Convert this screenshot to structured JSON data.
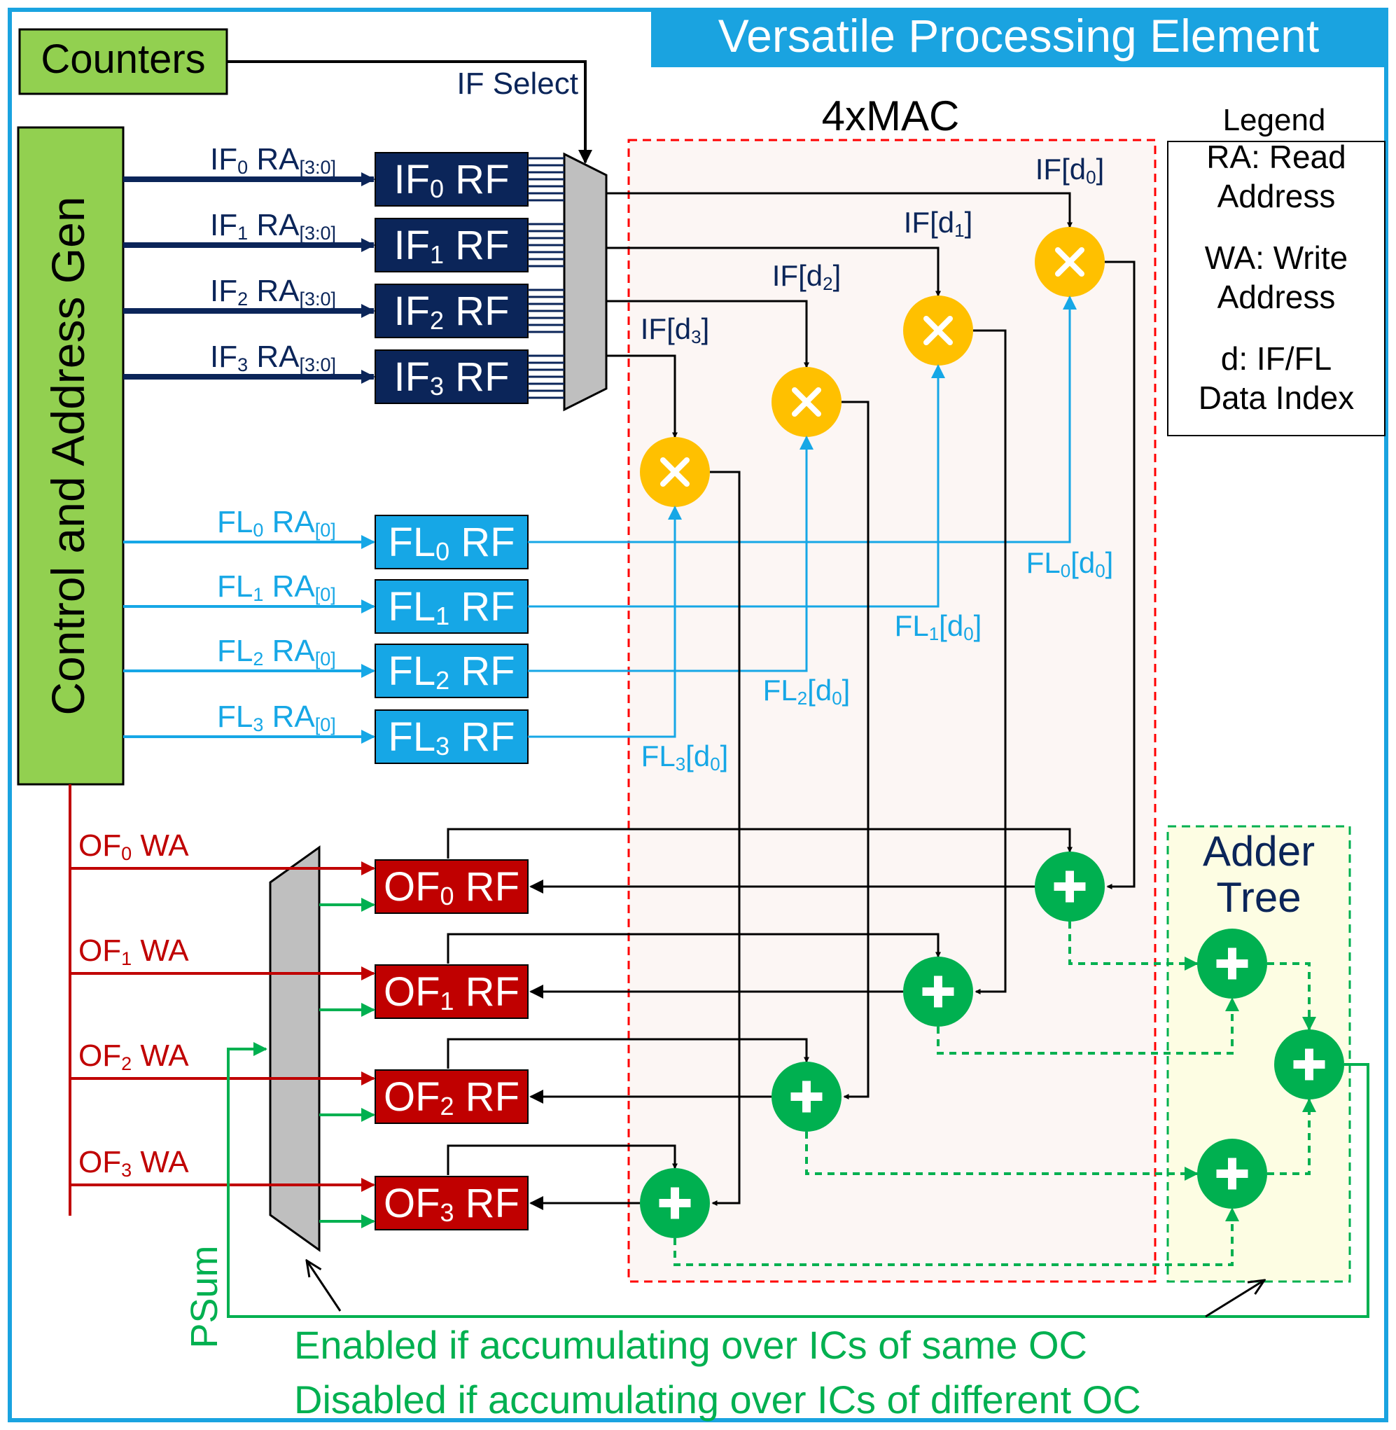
{
  "title": "Versatile Processing Element",
  "counters": "Counters",
  "control": "Control and Address Gen",
  "if_select": "IF Select",
  "mac_label": "4xMAC",
  "adder_tree": [
    "Adder",
    "Tree"
  ],
  "legend": {
    "title": "Legend",
    "lines": [
      "RA: Read",
      "Address",
      "WA: Write",
      "Address",
      "d: IF/FL",
      "Data Index"
    ]
  },
  "if_rf": [
    {
      "pre": "IF",
      "sub": "0",
      "post": " RF",
      "ra_pre": "IF",
      "ra_sub": "0",
      "ra_mid": " RA",
      "ra_idx": "[3:0]"
    },
    {
      "pre": "IF",
      "sub": "1",
      "post": " RF",
      "ra_pre": "IF",
      "ra_sub": "1",
      "ra_mid": " RA",
      "ra_idx": "[3:0]"
    },
    {
      "pre": "IF",
      "sub": "2",
      "post": " RF",
      "ra_pre": "IF",
      "ra_sub": "2",
      "ra_mid": " RA",
      "ra_idx": "[3:0]"
    },
    {
      "pre": "IF",
      "sub": "3",
      "post": " RF",
      "ra_pre": "IF",
      "ra_sub": "3",
      "ra_mid": " RA",
      "ra_idx": "[3:0]"
    }
  ],
  "fl_rf": [
    {
      "pre": "FL",
      "sub": "0",
      "post": " RF",
      "ra_pre": "FL",
      "ra_sub": "0",
      "ra_mid": " RA",
      "ra_idx": "[0]"
    },
    {
      "pre": "FL",
      "sub": "1",
      "post": " RF",
      "ra_pre": "FL",
      "ra_sub": "1",
      "ra_mid": " RA",
      "ra_idx": "[0]"
    },
    {
      "pre": "FL",
      "sub": "2",
      "post": " RF",
      "ra_pre": "FL",
      "ra_sub": "2",
      "ra_mid": " RA",
      "ra_idx": "[0]"
    },
    {
      "pre": "FL",
      "sub": "3",
      "post": " RF",
      "ra_pre": "FL",
      "ra_sub": "3",
      "ra_mid": " RA",
      "ra_idx": "[0]"
    }
  ],
  "of_rf": [
    {
      "pre": "OF",
      "sub": "0",
      "post": " RF",
      "wa_pre": "OF",
      "wa_sub": "0",
      "wa_post": " WA"
    },
    {
      "pre": "OF",
      "sub": "1",
      "post": " RF",
      "wa_pre": "OF",
      "wa_sub": "1",
      "wa_post": " WA"
    },
    {
      "pre": "OF",
      "sub": "2",
      "post": " RF",
      "wa_pre": "OF",
      "wa_sub": "2",
      "wa_post": " WA"
    },
    {
      "pre": "OF",
      "sub": "3",
      "post": " RF",
      "wa_pre": "OF",
      "wa_sub": "3",
      "wa_post": " WA"
    }
  ],
  "if_data": [
    {
      "pre": "IF[d",
      "sub": "0",
      "post": "]"
    },
    {
      "pre": "IF[d",
      "sub": "1",
      "post": "]"
    },
    {
      "pre": "IF[d",
      "sub": "2",
      "post": "]"
    },
    {
      "pre": "IF[d",
      "sub": "3",
      "post": "]"
    }
  ],
  "fl_data": [
    {
      "pre": "FL",
      "sub": "0",
      "mid": "[d",
      "sub2": "0",
      "post": "]"
    },
    {
      "pre": "FL",
      "sub": "1",
      "mid": "[d",
      "sub2": "0",
      "post": "]"
    },
    {
      "pre": "FL",
      "sub": "2",
      "mid": "[d",
      "sub2": "0",
      "post": "]"
    },
    {
      "pre": "FL",
      "sub": "3",
      "mid": "[d",
      "sub2": "0",
      "post": "]"
    }
  ],
  "psum": "PSum",
  "enabled_text": "Enabled if accumulating over ICs of same OC",
  "disabled_text": "Disabled if accumulating over ICs of different OC",
  "colors": {
    "frame": "#1AA3E0",
    "navy": "#0B2559",
    "light_blue": "#16A7E6",
    "red": "#C00000",
    "green": "#00B050",
    "yellow": "#FFC000",
    "lime": "#92D050",
    "gray": "#BFBFBF"
  }
}
